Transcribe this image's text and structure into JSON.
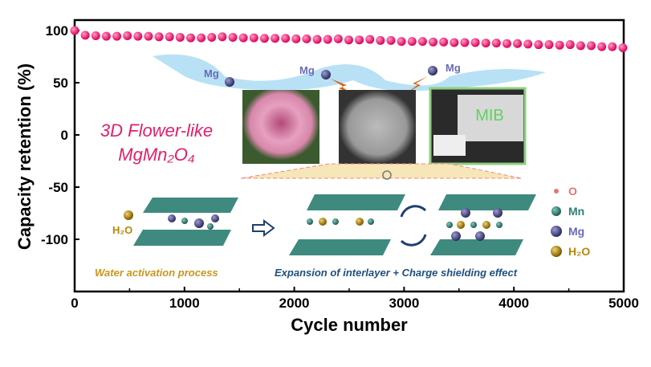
{
  "chart_data": {
    "type": "scatter",
    "xlabel": "Cycle number",
    "ylabel": "Capacity retention (%)",
    "xlim": [
      0,
      5000
    ],
    "ylim": [
      -150,
      110
    ],
    "xticks": [
      "0",
      "1000",
      "2000",
      "3000",
      "4000",
      "5000"
    ],
    "yticks": [
      "100",
      "50",
      "0",
      "-50",
      "-100"
    ],
    "series": [
      {
        "name": "MgMn2O4",
        "color": "#f0146e",
        "x": [
          0,
          96,
          192,
          288,
          384,
          480,
          576,
          672,
          768,
          864,
          960,
          1056,
          1152,
          1248,
          1344,
          1440,
          1536,
          1632,
          1728,
          1824,
          1920,
          2016,
          2112,
          2208,
          2304,
          2400,
          2496,
          2592,
          2688,
          2784,
          2880,
          2976,
          3072,
          3168,
          3264,
          3360,
          3456,
          3552,
          3648,
          3744,
          3840,
          3936,
          4032,
          4128,
          4224,
          4320,
          4416,
          4512,
          4608,
          4704,
          4800,
          4896,
          4992
        ],
        "y": [
          100,
          95.5,
          95,
          94.5,
          94.5,
          95,
          94.5,
          94.5,
          94,
          94,
          93.5,
          93,
          93,
          93.5,
          94,
          93.5,
          93,
          93,
          92.5,
          92.5,
          92.5,
          92,
          92,
          91.5,
          91.5,
          92,
          91,
          91,
          91.5,
          90.5,
          90.5,
          89.5,
          89.5,
          89.5,
          89,
          89,
          88.5,
          88.5,
          88.5,
          88,
          88,
          87.5,
          87.5,
          87,
          86.5,
          86.5,
          86,
          86.5,
          85.5,
          85.5,
          84.5,
          84.5,
          83.5
        ]
      }
    ]
  },
  "annotations": {
    "title_line1": "3D Flower-like",
    "title_line2": "MgMn₂O₄",
    "mg_label": "Mg",
    "water_label": "Water activation process",
    "expansion_label": "Expansion of interlayer + Charge shielding effect",
    "h2o_label": "H₂O",
    "mib_label": "MIB",
    "legend": [
      {
        "label": "O",
        "color": "#e8737a"
      },
      {
        "label": "Mn",
        "color": "#2f7f74"
      },
      {
        "label": "Mg",
        "color": "#6a6bb8"
      },
      {
        "label": "H₂O",
        "color": "#b8860b"
      }
    ]
  }
}
